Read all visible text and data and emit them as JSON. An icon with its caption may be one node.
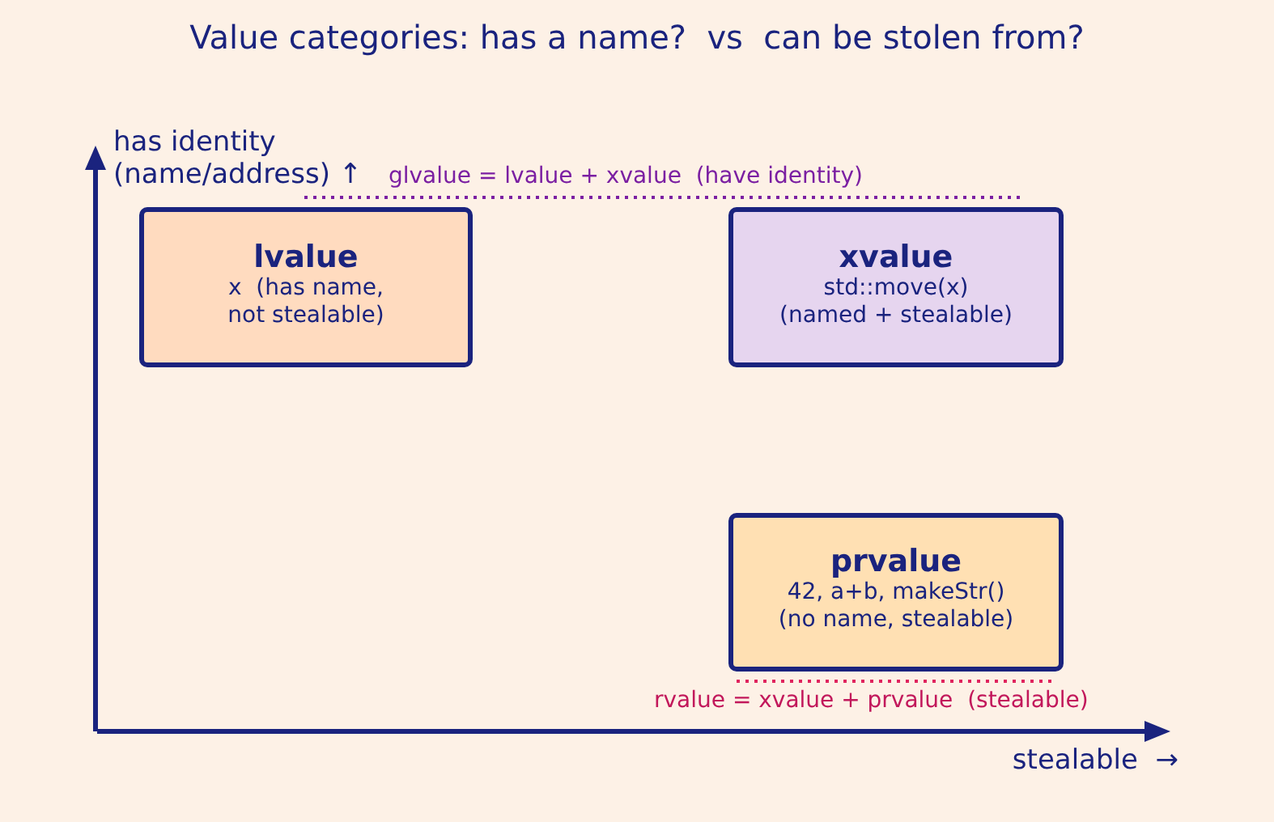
{
  "diagram": {
    "title": "Value categories: has a name?  vs  can be stolen from?",
    "nodes": [
      {
        "text": [
          "lvalue",
          "x  (has name, not stealable)"
        ]
      },
      {
        "text": [
          "xvalue",
          "std::move(x)",
          "(named + stealable)"
        ]
      },
      {
        "text": [
          "prvalue",
          "42, a+b, makeStr()",
          "(no name, stealable)"
        ]
      }
    ],
    "labels": [
      "has identity (name/address) ↑",
      "glvalue = lvalue + xvalue  (have identity)",
      "rvalue = xvalue + prvalue  (stealable)",
      "stealable  →"
    ]
  }
}
